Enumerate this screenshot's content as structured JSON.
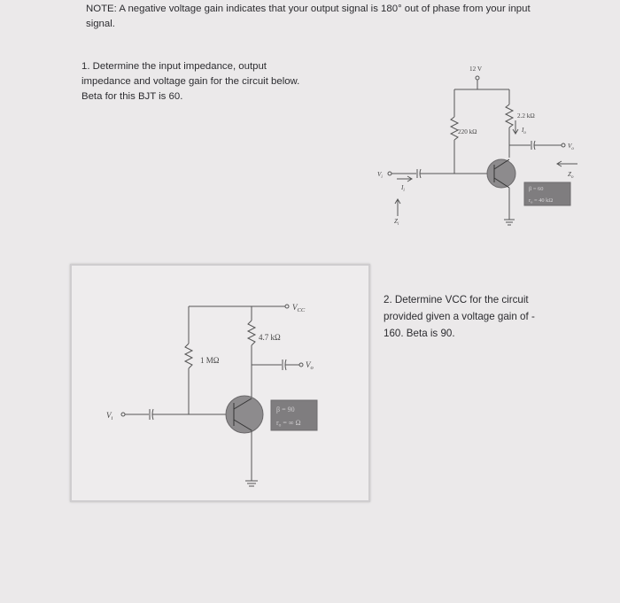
{
  "note": "NOTE: A negative voltage gain indicates that your output signal is 180° out of phase from your input signal.",
  "question1": {
    "line1": "1. Determine the input impedance, output",
    "line2": "impedance and voltage gain for the circuit below.",
    "line3": "Beta for this BJT is 60."
  },
  "question2": {
    "line1": "2. Determine VCC for the circuit",
    "line2": "provided given a voltage gain of -",
    "line3": "160. Beta is 90."
  },
  "circuit1": {
    "supply": "12 V",
    "rb": "220 kΩ",
    "rc": "2.2 kΩ",
    "io": "I",
    "io_sub": "o",
    "vo": "V",
    "vo_sub": "o",
    "zo": "Z",
    "zo_sub": "o",
    "vi": "V",
    "vi_sub": "i",
    "ii": "I",
    "ii_sub": "i",
    "zi": "Z",
    "zi_sub": "i",
    "beta": "β = 60",
    "ro": "r",
    "ro_sub": "o",
    "ro_value": " = 40 kΩ"
  },
  "circuit2": {
    "vcc": "V",
    "vcc_sub": "CC",
    "rb": "1 MΩ",
    "rc": "4.7 kΩ",
    "vo": "V",
    "vo_sub": "o",
    "vi": "V",
    "vi_sub": "i",
    "beta": "β = 90",
    "ro": "r",
    "ro_sub": "o",
    "ro_value": " = ∞ Ω"
  }
}
